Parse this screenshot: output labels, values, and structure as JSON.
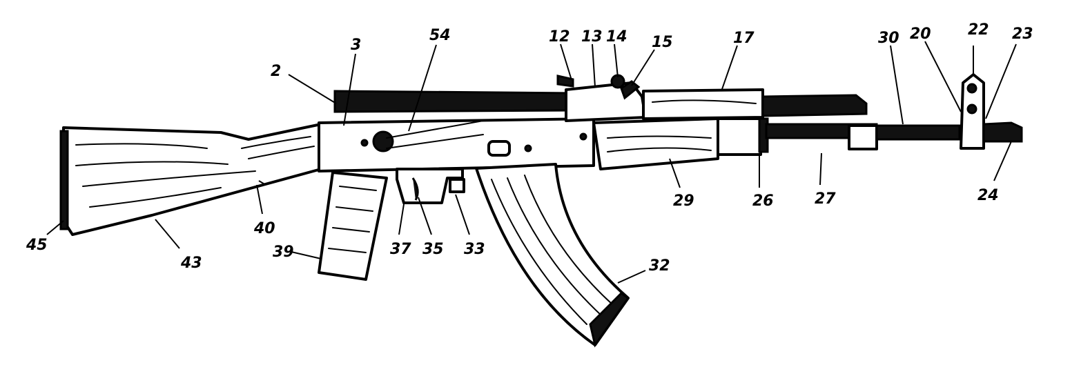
{
  "diagram": {
    "parts": [
      "stock",
      "receiver",
      "receiver-cover",
      "gas-tube",
      "upper-handguard",
      "lower-handguard",
      "barrel",
      "rear-sight",
      "front-sight",
      "muzzle",
      "pistol-grip",
      "trigger-guard",
      "magazine",
      "sling-swivel"
    ],
    "labels": [
      "2",
      "3",
      "54",
      "12",
      "13",
      "14",
      "15",
      "17",
      "30",
      "20",
      "22",
      "23",
      "24",
      "27",
      "26",
      "29",
      "32",
      "33",
      "35",
      "37",
      "39",
      "40",
      "43",
      "45"
    ]
  }
}
